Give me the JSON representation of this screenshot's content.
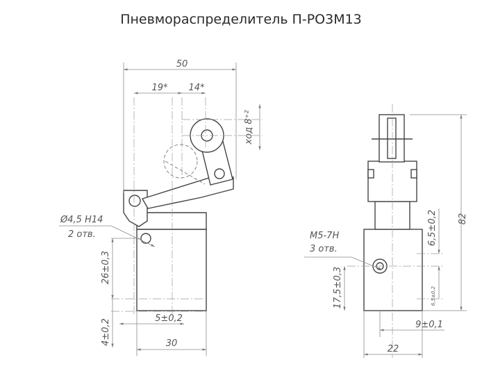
{
  "title": "Пневмораспределитель П-РО3М13",
  "dimensions": {
    "width_total": "50",
    "dist_19": "19*",
    "dist_14": "14*",
    "stroke": "ход 8⁺²",
    "hole_size": "Ø4,5 H14",
    "hole_count": "2 отв.",
    "height_26": "26±0,3",
    "offset_5": "5±0,2",
    "offset_4": "4±0,2",
    "width_30": "30",
    "thread": "M5-7H",
    "thread_count": "3 отв.",
    "height_17": "17,5±0,3",
    "height_6_5": "6,5±0,2",
    "height_82": "82",
    "small_6_5": "6,5±0,2",
    "offset_9": "9±0,1",
    "width_22": "22"
  }
}
